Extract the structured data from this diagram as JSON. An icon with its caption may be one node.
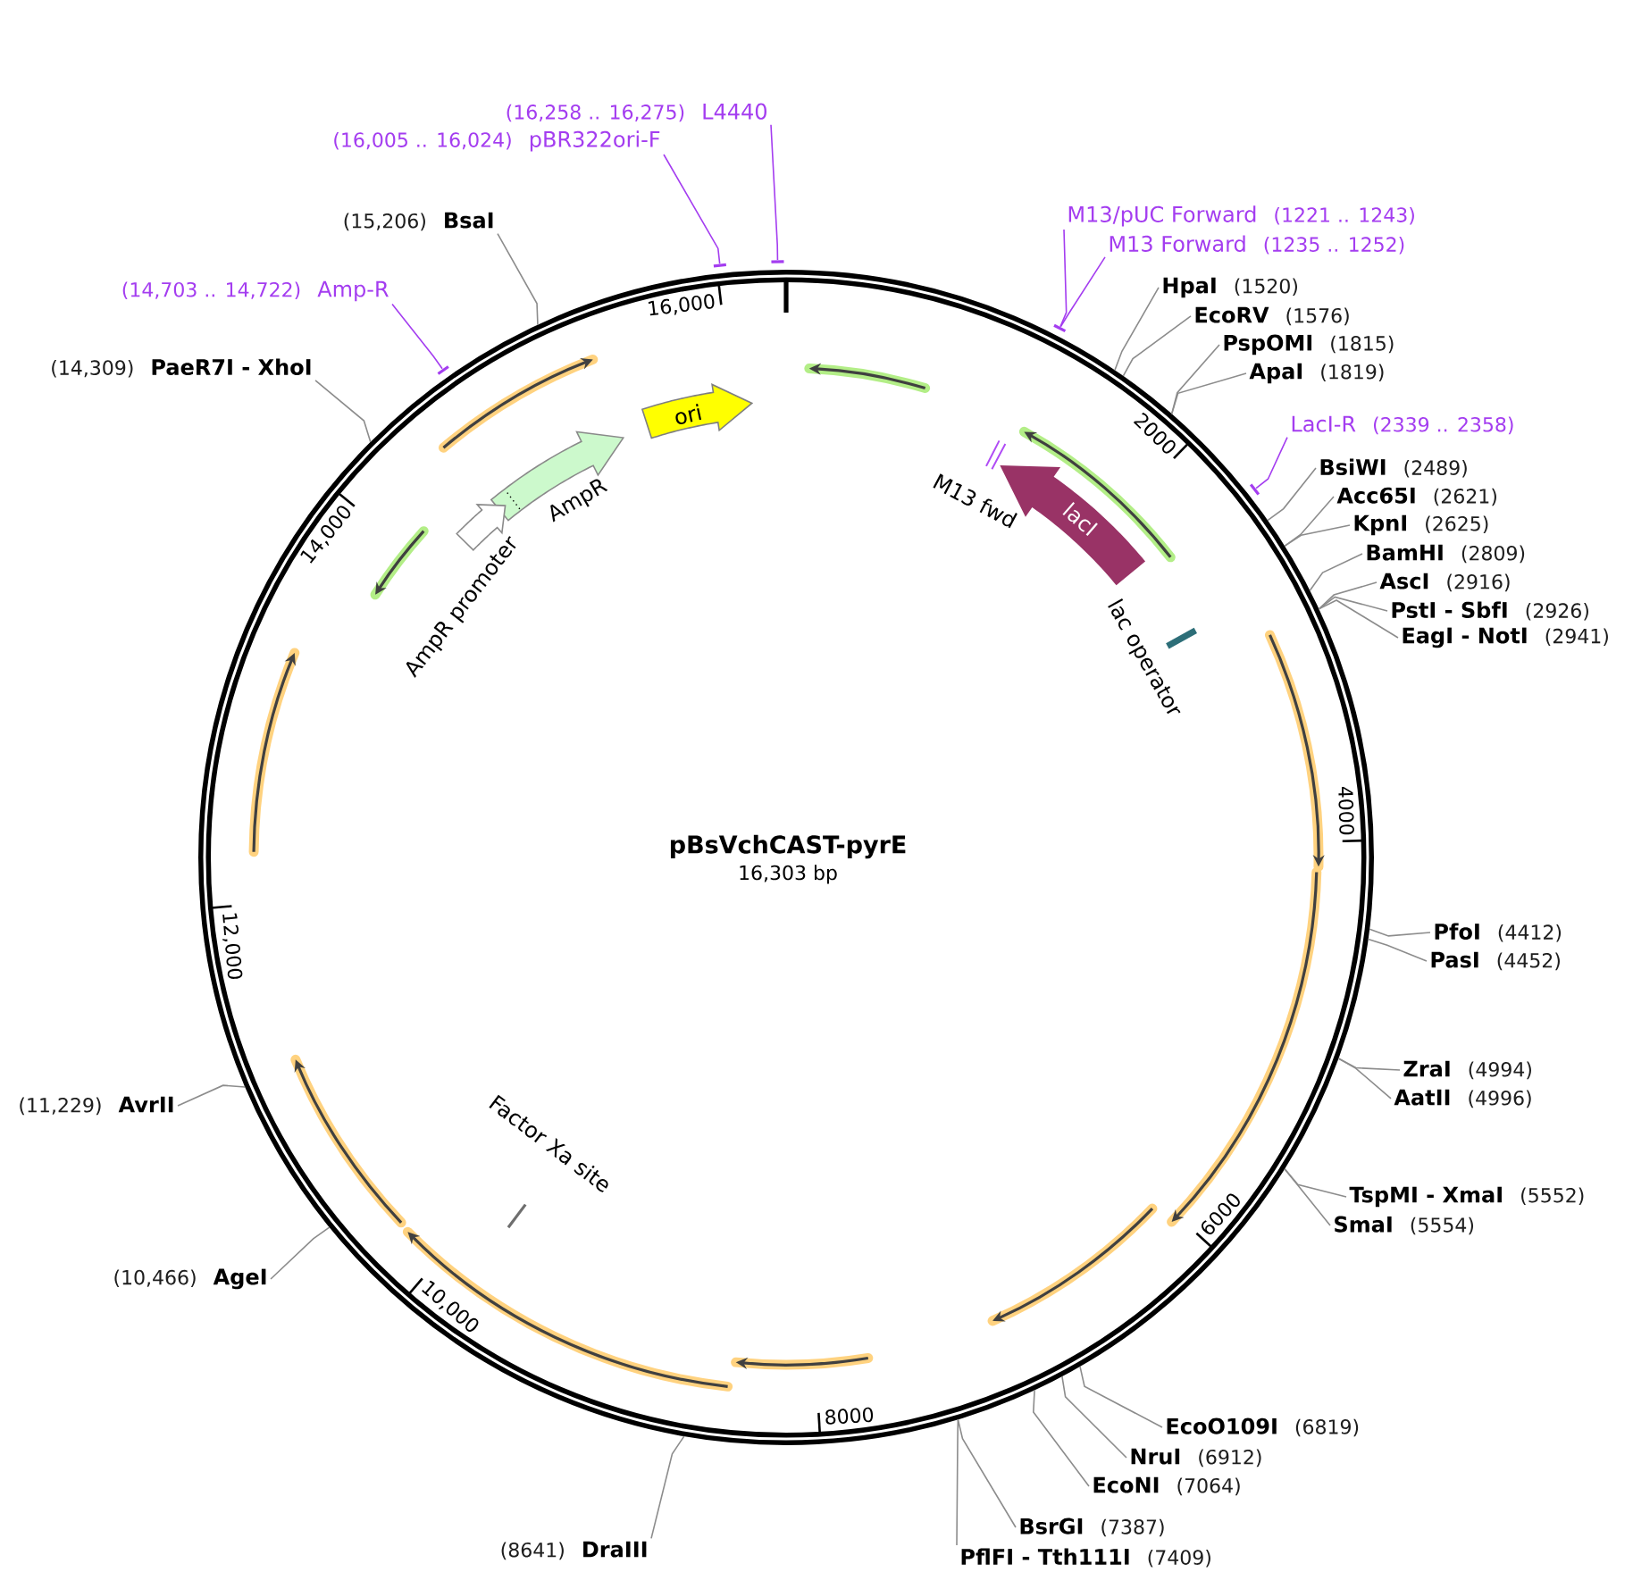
{
  "diagram": {
    "nodes": [
      {
        "text": [
          "pBsVchCAST-pyrE",
          "16,303 bp"
        ]
      },
      {
        "text": [
          "ori"
        ],
        "in": 0
      },
      {
        "text": [
          "AmpR"
        ],
        "in": 0
      },
      {
        "text": [
          "M13 fwd"
        ],
        "in": 0
      },
      {
        "text": [
          "lacI"
        ],
        "in": 0
      },
      {
        "text": [
          "AmpR promoter"
        ],
        "in": 0
      },
      {
        "text": [
          "lac operator"
        ],
        "in": 0
      },
      {
        "text": [
          "Factor Xa site"
        ],
        "in": 0
      },
      {
        "text": [
          "(16,258 .. 16,275)",
          "L4440"
        ]
      },
      {
        "text": [
          "(16,005 .. 16,024)",
          "pBR322ori-F"
        ]
      },
      {
        "text": [
          "M13/pUC Forward",
          "(1221 .. 1243)"
        ]
      },
      {
        "text": [
          "(15,206)",
          "BsaI"
        ]
      },
      {
        "text": [
          "M13 Forward",
          "(1235 .. 1252)"
        ]
      },
      {
        "text": [
          "HpaI",
          "(1520)"
        ]
      },
      {
        "text": [
          "(14,703 .. 14,722)",
          "Amp-R"
        ]
      },
      {
        "text": [
          "EcoRV",
          "(1576)"
        ]
      },
      {
        "text": [
          "PspOMI",
          "(1815)"
        ]
      },
      {
        "text": [
          "(14,309)",
          "PaeR7I - XhoI"
        ]
      },
      {
        "text": [
          "ApaI",
          "(1819)"
        ]
      },
      {
        "text": [
          "LacI-R",
          "(2339 .. 2358)"
        ]
      },
      {
        "text": [
          "BsiWI",
          "(2489)"
        ]
      },
      {
        "text": [
          "Acc65I",
          "(2621)"
        ]
      },
      {
        "text": [
          "KpnI",
          "(2625)"
        ]
      },
      {
        "text": [
          "BamHI",
          "(2809)"
        ]
      },
      {
        "text": [
          "AscI",
          "(2916)"
        ]
      },
      {
        "text": [
          "PstI - SbfI",
          "(2926)"
        ]
      },
      {
        "text": [
          "EagI - NotI",
          "(2941)"
        ]
      },
      {
        "text": [
          "PfoI",
          "(4412)"
        ]
      },
      {
        "text": [
          "PasI",
          "(4452)"
        ]
      },
      {
        "text": [
          "ZraI",
          "(4994)"
        ]
      },
      {
        "text": [
          "AatII",
          "(4996)"
        ]
      },
      {
        "text": [
          "(11,229)",
          "AvrII"
        ]
      },
      {
        "text": [
          "TspMI - XmaI",
          "(5552)"
        ]
      },
      {
        "text": [
          "SmaI",
          "(5554)"
        ]
      },
      {
        "text": [
          "(10,466)",
          "AgeI"
        ]
      },
      {
        "text": [
          "EcoO109I",
          "(6819)"
        ]
      },
      {
        "text": [
          "NruI",
          "(6912)"
        ]
      },
      {
        "text": [
          "EcoNI",
          "(7064)"
        ]
      },
      {
        "text": [
          "BsrGI",
          "(7387)"
        ]
      },
      {
        "text": [
          "(8641)",
          "DraIII"
        ]
      },
      {
        "text": [
          "PflFI - Tth111I",
          "(7409)"
        ]
      },
      {
        "text": [],
        "shape": "arrow",
        "in": 0
      },
      {
        "text": [],
        "shape": "arrow",
        "in": 0
      },
      {
        "text": [],
        "shape": "arrow",
        "in": 0
      },
      {
        "text": [],
        "shape": "arrow",
        "in": 0
      },
      {
        "text": [],
        "shape": "arrow",
        "in": 0
      },
      {
        "text": [],
        "shape": "arrow",
        "in": 0
      },
      {
        "text": [],
        "shape": "arrow",
        "in": 0
      },
      {
        "text": [],
        "shape": "arrow",
        "in": 0
      },
      {
        "text": [],
        "shape": "arrow",
        "in": 0
      },
      {
        "text": [],
        "shape": "arrow",
        "in": 0
      },
      {
        "text": [],
        "shape": "arrow",
        "in": 0
      },
      {
        "text": [],
        "shape": "bar"
      },
      {
        "text": [],
        "shape": "bar"
      },
      {
        "text": [],
        "shape": "bar"
      },
      {
        "text": [],
        "shape": "bar"
      },
      {
        "text": [],
        "shape": "bar"
      }
    ],
    "edges": [
      {
        "from": 8,
        "to": 54,
        "arrow": "none",
        "color": "#a43df0"
      },
      {
        "from": 9,
        "to": 53,
        "arrow": "none",
        "color": "#a43df0"
      },
      {
        "from": 10,
        "to": 55,
        "arrow": "none",
        "color": "#a43df0"
      },
      {
        "from": 11,
        "to": 0,
        "arrow": "none"
      },
      {
        "from": 12,
        "to": 55,
        "arrow": "none",
        "color": "#a43df0"
      },
      {
        "from": 13,
        "to": 0,
        "arrow": "none"
      },
      {
        "from": 14,
        "to": 52,
        "arrow": "none",
        "color": "#a43df0"
      },
      {
        "from": 15,
        "to": 0,
        "arrow": "none"
      },
      {
        "from": 16,
        "to": 0,
        "arrow": "none"
      },
      {
        "from": 17,
        "to": 0,
        "arrow": "none"
      },
      {
        "from": 18,
        "to": 0,
        "arrow": "none"
      },
      {
        "from": 19,
        "to": 56,
        "arrow": "none",
        "color": "#a43df0"
      },
      {
        "from": 20,
        "to": 0,
        "arrow": "none"
      },
      {
        "from": 21,
        "to": 0,
        "arrow": "none"
      },
      {
        "from": 22,
        "to": 0,
        "arrow": "none"
      },
      {
        "from": 23,
        "to": 0,
        "arrow": "none"
      },
      {
        "from": 24,
        "to": 0,
        "arrow": "none"
      },
      {
        "from": 25,
        "to": 0,
        "arrow": "none"
      },
      {
        "from": 26,
        "to": 0,
        "arrow": "none"
      },
      {
        "from": 27,
        "to": 0,
        "arrow": "none"
      },
      {
        "from": 28,
        "to": 0,
        "arrow": "none"
      },
      {
        "from": 29,
        "to": 0,
        "arrow": "none"
      },
      {
        "from": 30,
        "to": 0,
        "arrow": "none"
      },
      {
        "from": 31,
        "to": 0,
        "arrow": "none"
      },
      {
        "from": 32,
        "to": 0,
        "arrow": "none"
      },
      {
        "from": 33,
        "to": 0,
        "arrow": "none"
      },
      {
        "from": 34,
        "to": 0,
        "arrow": "none"
      },
      {
        "from": 35,
        "to": 0,
        "arrow": "none"
      },
      {
        "from": 36,
        "to": 0,
        "arrow": "none"
      },
      {
        "from": 37,
        "to": 0,
        "arrow": "none"
      },
      {
        "from": 38,
        "to": 0,
        "arrow": "none"
      },
      {
        "from": 39,
        "to": 0,
        "arrow": "none"
      },
      {
        "from": 40,
        "to": 0,
        "arrow": "none"
      }
    ],
    "labels": [
      "16,000",
      "2000",
      "14,000",
      "4000",
      "12,000",
      "6000",
      "10,000",
      "8000"
    ]
  }
}
